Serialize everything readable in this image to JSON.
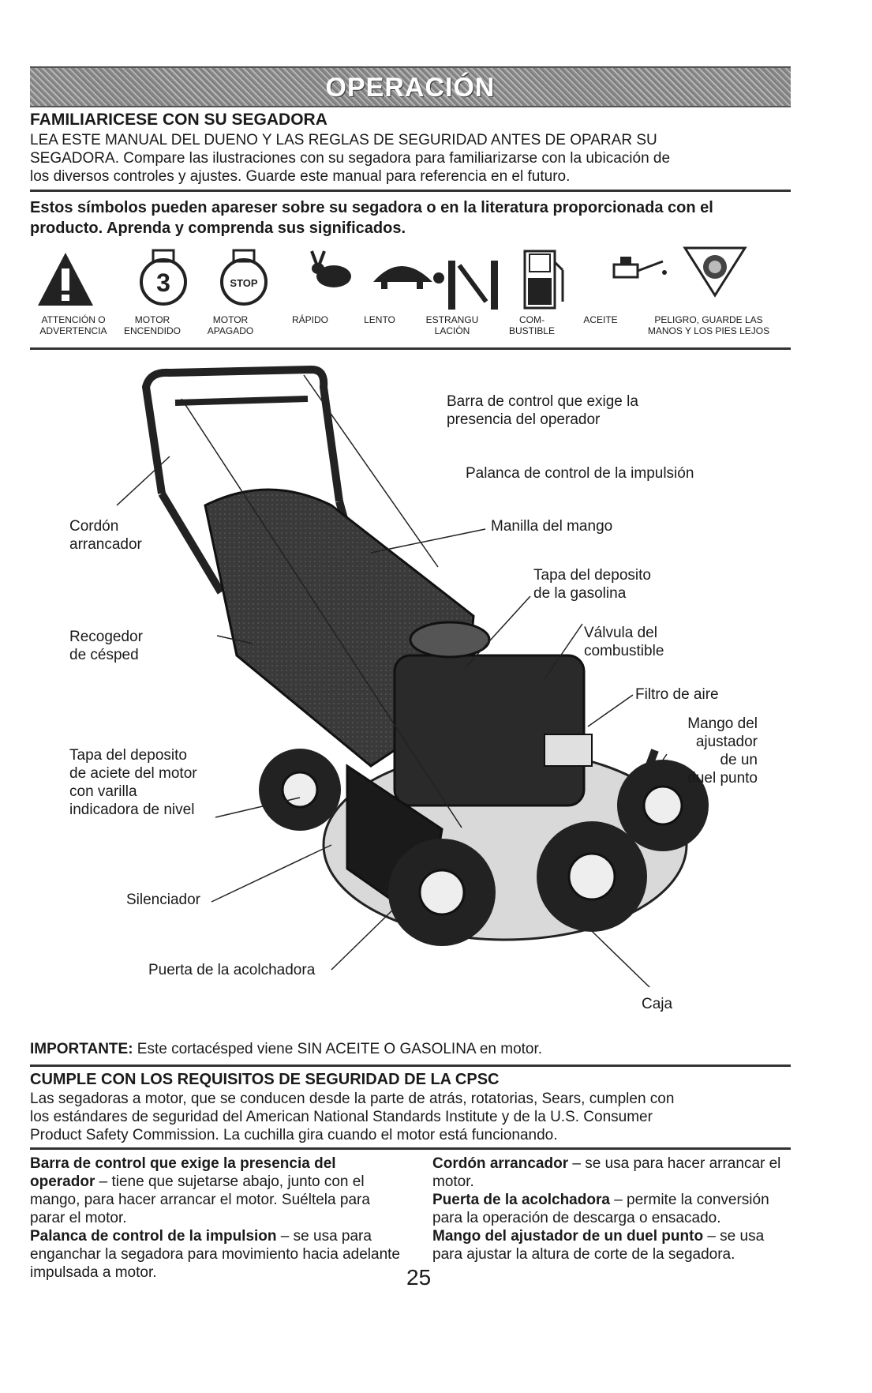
{
  "banner": {
    "title": "OPERACIÓN"
  },
  "intro": {
    "heading": "FAMILIARICESE CON SU SEGADORA",
    "lines": [
      "LEA ESTE MANUAL DEL DUENO Y LAS REGLAS DE SEGURIDAD ANTES DE OPARAR SU",
      "SEGADORA.  Compare las ilustraciones con su segadora para familiarizarse con la ubicación de",
      "los diversos controles y ajustes.  Guarde este manual para referencia en el futuro."
    ]
  },
  "symbols": {
    "intro_lines": [
      "Estos símbolos pueden apareser sobre su segadora o en la literatura proporcionada con el",
      "producto.  Aprenda y comprenda sus significados."
    ],
    "items": [
      {
        "icon": "warning-icon",
        "label1": "ATTENCIÓN O",
        "label2": "ADVERTENCIA"
      },
      {
        "icon": "engine-on-icon",
        "label1": "MOTOR",
        "label2": "ENCENDIDO"
      },
      {
        "icon": "engine-off-icon",
        "label1": "MOTOR",
        "label2": "APAGADO"
      },
      {
        "icon": "rabbit-icon",
        "label1": "RÁPIDO",
        "label2": ""
      },
      {
        "icon": "turtle-icon",
        "label1": "LENTO",
        "label2": ""
      },
      {
        "icon": "choke-icon",
        "label1": "ESTRANGU",
        "label2": "LACIÓN"
      },
      {
        "icon": "fuel-icon",
        "label1": "COM-",
        "label2": "BUSTIBLE"
      },
      {
        "icon": "oil-can-icon",
        "label1": "ACEITE",
        "label2": ""
      },
      {
        "icon": "hand-danger-icon",
        "label1": "PELIGRO, GUARDE LAS",
        "label2": "MANOS Y LOS PIES LEJOS"
      }
    ],
    "stop_text": "STOP"
  },
  "diagram": {
    "labels": {
      "control_bar": [
        "Barra de control que exige la",
        "presencia del operador"
      ],
      "drive_lever": [
        "Palanca de control de la impulsión"
      ],
      "starter_rope": [
        "Cordón",
        "arrancador"
      ],
      "handle_knob": [
        "Manilla del mango"
      ],
      "fuel_cap": [
        "Tapa del deposito",
        "de la gasolina"
      ],
      "grass_catcher": [
        "Recogedor",
        "de césped"
      ],
      "fuel_valve": [
        "Válvula del",
        "combustible"
      ],
      "air_filter": [
        "Filtro de aire"
      ],
      "height_adjuster": [
        "Mango del",
        "ajustador",
        "de un",
        "duel punto"
      ],
      "oil_cap": [
        "Tapa del deposito",
        "de aciete del motor",
        "con varilla",
        "indicadora de nivel"
      ],
      "muffler": [
        "Silenciador"
      ],
      "mulcher_door": [
        "Puerta de la acolchadora"
      ],
      "housing": [
        "Caja"
      ]
    }
  },
  "important": {
    "lead": "IMPORTANTE:",
    "text": " Este cortacésped viene SIN ACEITE O GASOLINA en motor."
  },
  "cpsc": {
    "heading": "CUMPLE CON LOS REQUISITOS DE SEGURIDAD DE LA CPSC",
    "lines": [
      "Las segadoras a motor, que se conducen desde la parte de atrás, rotatorias, Sears, cumplen con",
      "los estándares de seguridad del American National Standards Institute y de la U.S. Consumer",
      "Product Safety Commission.  La cuchilla gira cuando el motor está funcionando."
    ]
  },
  "definitions": {
    "left": [
      {
        "term": "Barra de control que exige la presencia del operador",
        "desc": " – tiene que sujetarse abajo, junto con el mango, para hacer arrancar el motor. Suéltela para parar el motor."
      },
      {
        "term": "Palanca de control de la impulsion",
        "desc": " – se usa para enganchar la segadora para movimiento hacia adelante impulsada a motor."
      }
    ],
    "right": [
      {
        "term": "Cordón arrancador",
        "desc": " – se usa para hacer arrancar el motor."
      },
      {
        "term": "Puerta de la acolchadora",
        "desc": " – permite la conversión para la operación de descarga o ensacado."
      },
      {
        "term": "Mango del ajustador de un duel punto",
        "desc": " – se usa para ajustar la altura de corte de la segadora."
      }
    ]
  },
  "page_number": "25"
}
